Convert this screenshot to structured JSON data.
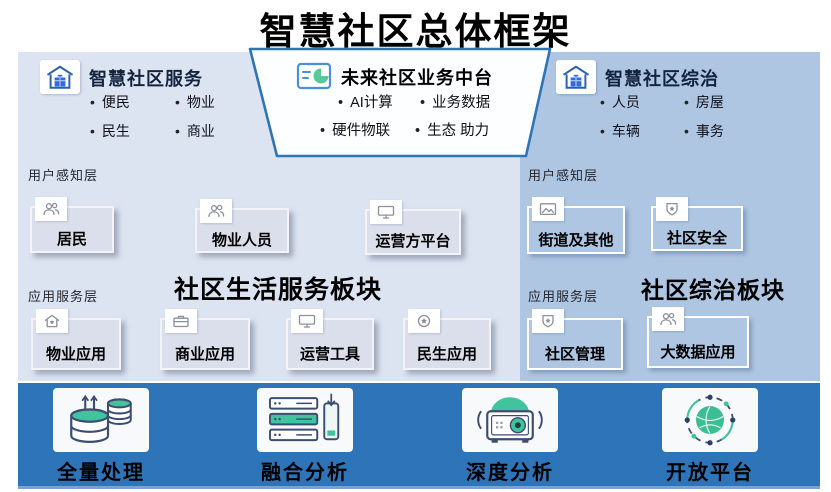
{
  "title": "智慧社区总体框架",
  "left_panel": {
    "header": {
      "title": "智慧社区服务",
      "icon": "house-gift-icon",
      "items": [
        "便民",
        "物业",
        "民生",
        "商业"
      ]
    },
    "perception_label": "用户感知层",
    "perception_boxes": [
      {
        "label": "居民",
        "icon": "users-icon"
      },
      {
        "label": "物业人员",
        "icon": "users-icon"
      },
      {
        "label": "运营方平台",
        "icon": "monitor-icon"
      }
    ],
    "app_label": "应用服务层",
    "section_title": "社区生活服务板块",
    "app_boxes": [
      {
        "label": "物业应用",
        "icon": "home-heart-icon"
      },
      {
        "label": "商业应用",
        "icon": "briefcase-icon"
      },
      {
        "label": "运营工具",
        "icon": "monitor-icon"
      },
      {
        "label": "民生应用",
        "icon": "star-circle-icon"
      }
    ]
  },
  "middle_platform": {
    "title": "未来社区业务中台",
    "icon": "card-chart-icon",
    "items": [
      "AI计算",
      "业务数据",
      "硬件物联",
      "生态 助力"
    ]
  },
  "right_panel": {
    "header": {
      "title": "智慧社区综治",
      "icon": "house-gift-icon",
      "items": [
        "人员",
        "房屋",
        "车辆",
        "事务"
      ]
    },
    "perception_label": "用户感知层",
    "perception_boxes": [
      {
        "label": "街道及其他",
        "icon": "image-icon"
      },
      {
        "label": "社区安全",
        "icon": "badge-star-icon"
      }
    ],
    "app_label": "应用服务层",
    "section_title": "社区综治板块",
    "app_boxes": [
      {
        "label": "社区管理",
        "icon": "badge-star-icon"
      },
      {
        "label": "大数据应用",
        "icon": "users-icon"
      }
    ]
  },
  "bottom_bar": {
    "items": [
      {
        "label": "全量处理",
        "icon": "database-icon"
      },
      {
        "label": "融合分析",
        "icon": "server-analysis-icon"
      },
      {
        "label": "深度分析",
        "icon": "deep-analysis-icon"
      },
      {
        "label": "开放平台",
        "icon": "open-platform-icon"
      }
    ]
  },
  "colors": {
    "panel_left": "#dce3f1",
    "panel_right": "#aec6e2",
    "bottom_bar": "#2e74b8",
    "accent_blue": "#2e75b6",
    "accent_green": "#3fc49d",
    "header_navy": "#14243f"
  }
}
